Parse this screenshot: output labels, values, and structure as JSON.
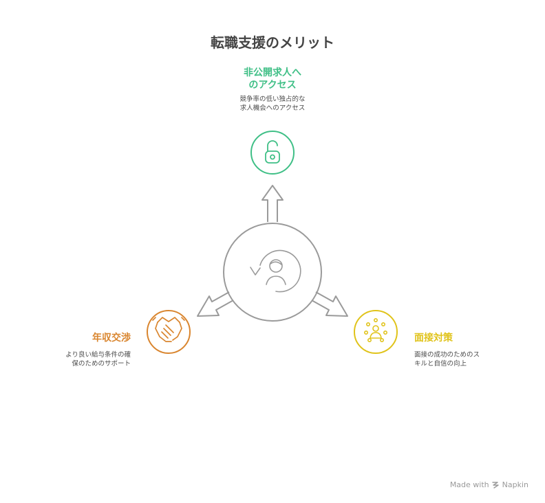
{
  "title": "転職支援のメリット",
  "branches": {
    "top": {
      "title_lines": [
        "非公開求人へ",
        "のアクセス"
      ],
      "desc_lines": [
        "競争率の低い独占的な",
        "求人機会へのアクセス"
      ],
      "color": "#3fbf86",
      "icon": "padlock-icon"
    },
    "left": {
      "title_lines": [
        "年収交渉"
      ],
      "desc_lines": [
        "より良い給与条件の確",
        "保のためのサポート"
      ],
      "color": "#d9852e",
      "icon": "handshake-icon"
    },
    "right": {
      "title_lines": [
        "面接対策"
      ],
      "desc_lines": [
        "面接の成功のためのス",
        "キルと自信の向上"
      ],
      "color": "#e0c31a",
      "icon": "person-spotlight-icon"
    }
  },
  "hub": {
    "icon": "person-cycle-icon",
    "color": "#9a9a9a"
  },
  "watermark": {
    "prefix": "Made with",
    "brand": "Napkin"
  }
}
